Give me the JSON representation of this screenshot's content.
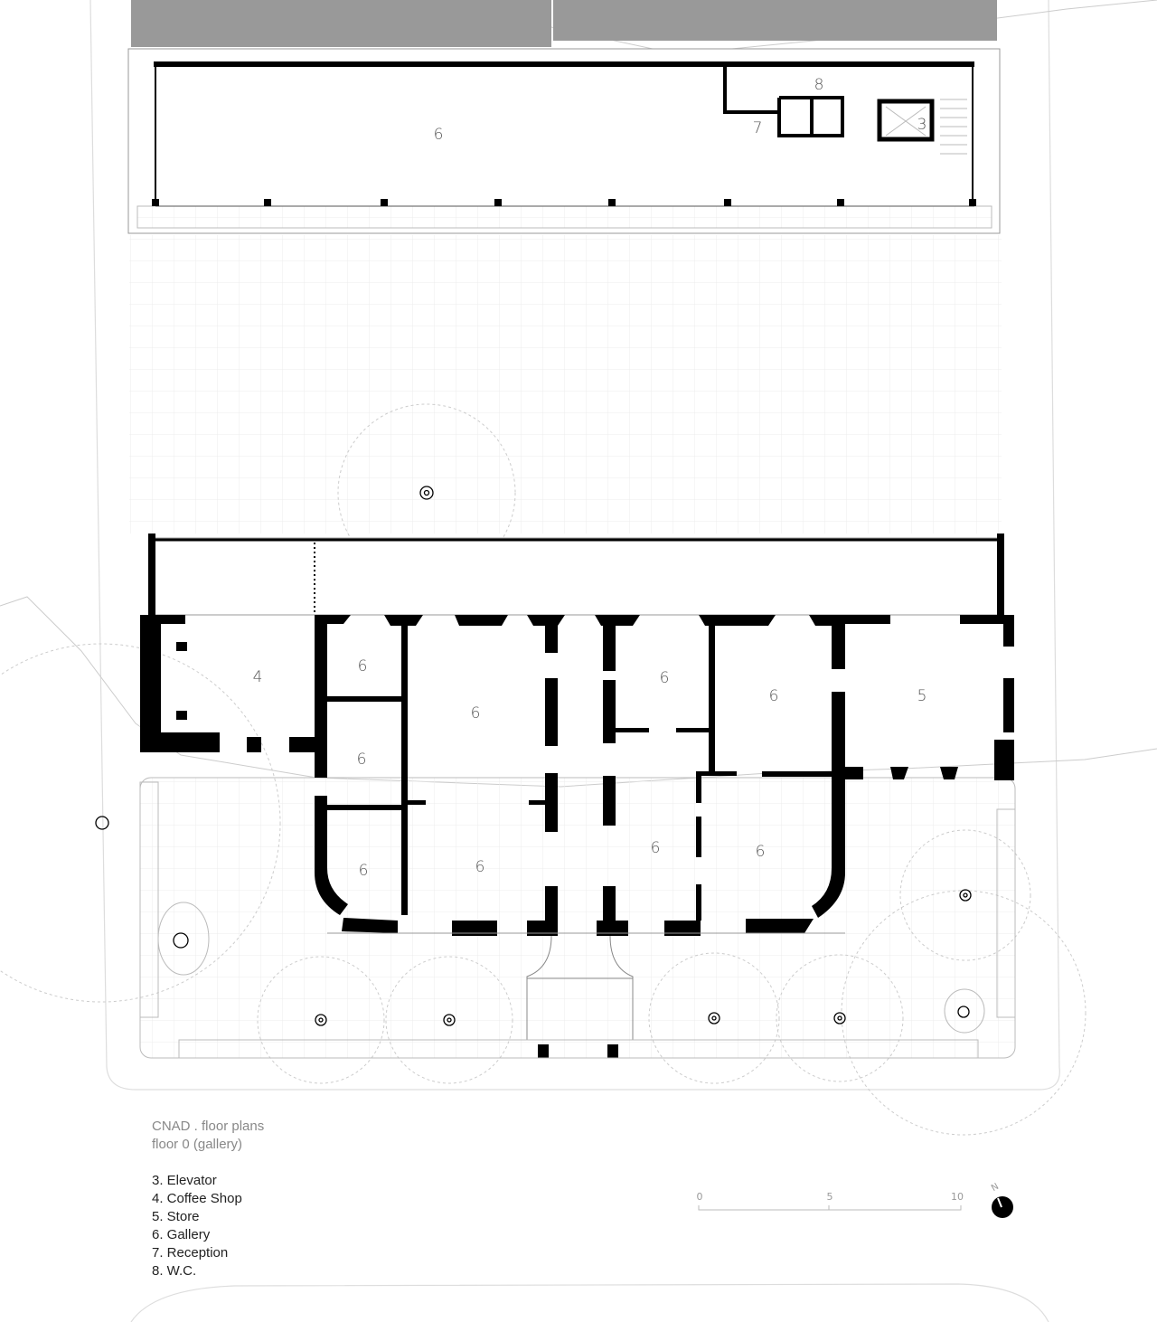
{
  "title": {
    "line1": "CNAD . floor plans",
    "line2": "floor 0 (gallery)"
  },
  "legend": [
    {
      "label": "3. Elevator"
    },
    {
      "label": "4. Coffee Shop"
    },
    {
      "label": "5. Store"
    },
    {
      "label": "6. Gallery"
    },
    {
      "label": "7. Reception"
    },
    {
      "label": "8. W.C."
    }
  ],
  "rooms": {
    "top_gallery": "6",
    "wc": "8",
    "reception": "7",
    "elevator": "3",
    "coffee_shop": "4",
    "gallery_a": "6",
    "gallery_b": "6",
    "gallery_c": "6",
    "gallery_d": "6",
    "gallery_e": "6",
    "gallery_f": "6",
    "gallery_g": "6",
    "store": "5",
    "gallery_h": "6",
    "gallery_i": "6"
  },
  "scale_bar": {
    "ticks": [
      "0",
      "5",
      "10"
    ]
  },
  "north_arrow": {
    "label": "N"
  },
  "colors": {
    "walls": "#000000",
    "roof": "#999999",
    "grid": "#e6e6e6",
    "trees": "#bbbbbb"
  }
}
